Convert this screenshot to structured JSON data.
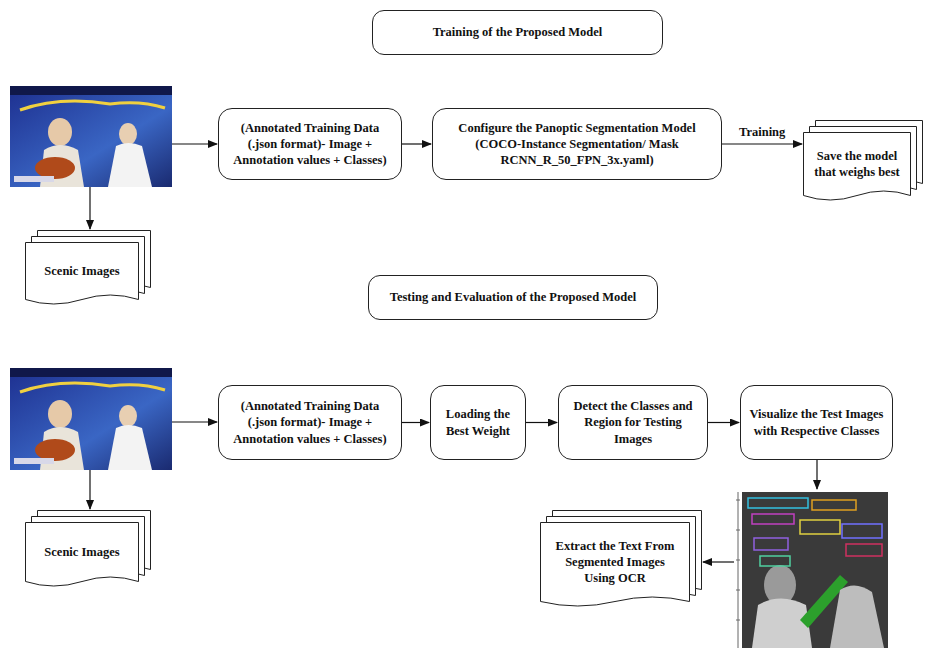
{
  "diagram": {
    "nodes": [
      {
        "text": [
          "Training of the Proposed Model"
        ]
      },
      {
        "text": [
          "(Annotated Training Data (.json format)- Image + Annotation values + Classes)"
        ]
      },
      {
        "text": [
          "Configure the Panoptic Segmentation Model (COCO-Instance Segmentation/ Mask RCNN_R_50_FPN_3x.yaml)"
        ]
      },
      {
        "text": [
          "Save the model that weighs best"
        ]
      },
      {
        "text": [
          "Scenic Images"
        ]
      },
      {
        "text": [
          "Testing and Evaluation of the Proposed Model"
        ]
      },
      {
        "text": [
          "(Annotated Training Data (.json format)- Image + Annotation values + Classes)"
        ]
      },
      {
        "text": [
          "Loading the Best Weight"
        ]
      },
      {
        "text": [
          "Detect the Classes and Region for Testing Images"
        ]
      },
      {
        "text": [
          "Visualize the Test Images with Respective Classes"
        ]
      },
      {
        "text": [
          "Extract the Text From Segmented Images Using OCR"
        ]
      },
      {
        "text": [
          "Scenic Images"
        ]
      }
    ],
    "edges": [
      {
        "from": 1,
        "to": 2,
        "arrow": "to"
      },
      {
        "from": 2,
        "to": 3,
        "label": "Training",
        "arrow": "to"
      },
      {
        "from": 6,
        "to": 7,
        "arrow": "to"
      },
      {
        "from": 7,
        "to": 8,
        "arrow": "to"
      },
      {
        "from": 8,
        "to": 9,
        "arrow": "to"
      }
    ]
  }
}
